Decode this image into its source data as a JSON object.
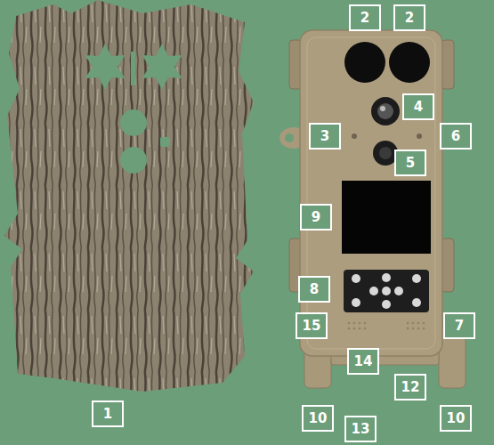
{
  "diagram": {
    "labels": [
      "2",
      "2",
      "4",
      "3",
      "6",
      "5",
      "9",
      "8",
      "15",
      "7",
      "14",
      "12",
      "1",
      "10",
      "10",
      "13"
    ]
  }
}
